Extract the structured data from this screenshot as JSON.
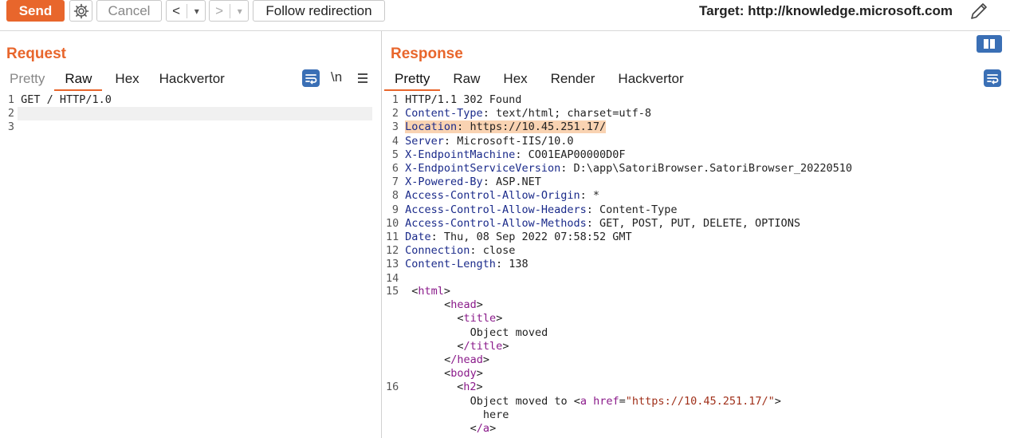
{
  "toolbar": {
    "send": "Send",
    "cancel": "Cancel",
    "back": "<",
    "back_drop": "▾",
    "forward": ">",
    "forward_drop": "▾",
    "follow": "Follow redirection",
    "target": "Target: http://knowledge.microsoft.com"
  },
  "request": {
    "title": "Request",
    "tabs": [
      "Pretty",
      "Raw",
      "Hex",
      "Hackvertor"
    ],
    "active_tab": "Raw",
    "newline_toggle": "\\n",
    "lines": [
      "GET / HTTP/1.0",
      "",
      ""
    ]
  },
  "response": {
    "title": "Response",
    "tabs": [
      "Pretty",
      "Raw",
      "Hex",
      "Render",
      "Hackvertor"
    ],
    "active_tab": "Pretty",
    "headers": [
      {
        "n": "1",
        "key": "",
        "val": "HTTP/1.1 302 Found"
      },
      {
        "n": "2",
        "key": "Content-Type",
        "val": " text/html; charset=utf-8"
      },
      {
        "n": "3",
        "key": "Location",
        "val": " https://10.45.251.17/"
      },
      {
        "n": "4",
        "key": "Server",
        "val": " Microsoft-IIS/10.0"
      },
      {
        "n": "5",
        "key": "X-EndpointMachine",
        "val": " CO01EAP00000D0F"
      },
      {
        "n": "6",
        "key": "X-EndpointServiceVersion",
        "val": " D:\\app\\SatoriBrowser.SatoriBrowser_20220510"
      },
      {
        "n": "7",
        "key": "X-Powered-By",
        "val": " ASP.NET"
      },
      {
        "n": "8",
        "key": "Access-Control-Allow-Origin",
        "val": " *"
      },
      {
        "n": "9",
        "key": "Access-Control-Allow-Headers",
        "val": " Content-Type"
      },
      {
        "n": "10",
        "key": "Access-Control-Allow-Methods",
        "val": " GET, POST, PUT, DELETE, OPTIONS"
      },
      {
        "n": "11",
        "key": "Date",
        "val": " Thu, 08 Sep 2022 07:58:52 GMT"
      },
      {
        "n": "12",
        "key": "Connection",
        "val": " close"
      },
      {
        "n": "13",
        "key": "Content-Length",
        "val": " 138"
      },
      {
        "n": "14",
        "key": "",
        "val": ""
      }
    ],
    "body": {
      "html_open": "html",
      "head_open": "head",
      "title_open": "title",
      "title_text": "Object moved",
      "title_close": "/title",
      "head_close": "/head",
      "body_open": "body",
      "h2_open": "h2",
      "moved_text": "Object moved to ",
      "a_tag": "a",
      "href_attr": "href",
      "href_val": "\"https://10.45.251.17/\"",
      "here": "here",
      "a_close": "/a",
      "ln15": "15",
      "ln16": "16"
    }
  }
}
